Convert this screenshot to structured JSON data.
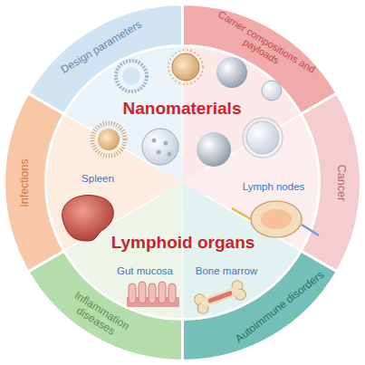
{
  "diagram": {
    "nodes": [
      {
        "text": [
          "Design parameters"
        ]
      },
      {
        "text": [
          "Carrier compositions and payloads"
        ]
      },
      {
        "text": [
          "Cancer"
        ]
      },
      {
        "text": [
          "Autoimmune disorders"
        ]
      },
      {
        "text": [
          "Inflammation diseases"
        ]
      },
      {
        "text": [
          "Infections"
        ]
      },
      {
        "text": [
          "Nanomaterials"
        ]
      },
      {
        "text": [
          "Lymphoid organs"
        ]
      }
    ],
    "labels": [
      "Spleen",
      "Lymph nodes",
      "Gut mucosa",
      "Bone marrow"
    ]
  }
}
